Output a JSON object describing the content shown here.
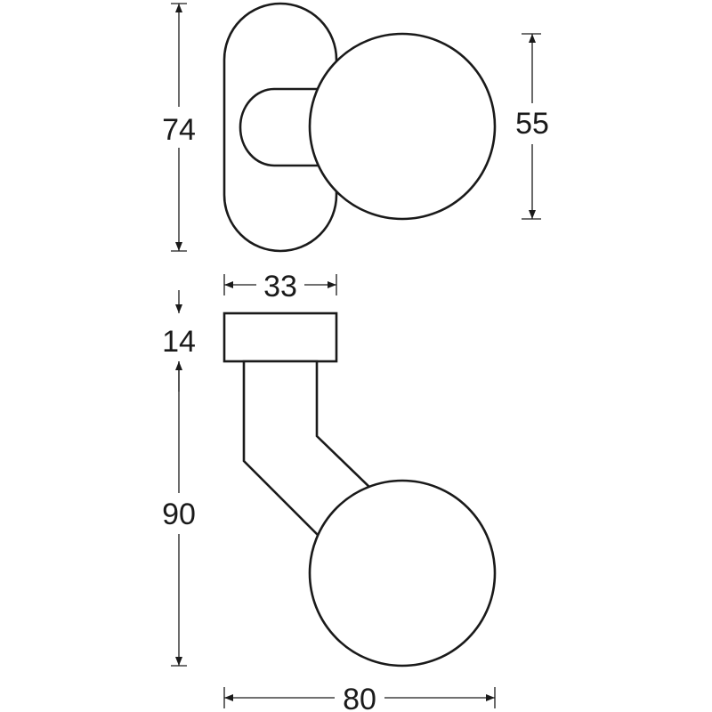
{
  "dimensions": {
    "rose_height": "74",
    "knob_diameter": "55",
    "rose_width": "33",
    "rose_depth": "14",
    "projection": "90",
    "total_width": "80"
  },
  "colors": {
    "line": "#1a1a1a",
    "background": "#ffffff"
  }
}
